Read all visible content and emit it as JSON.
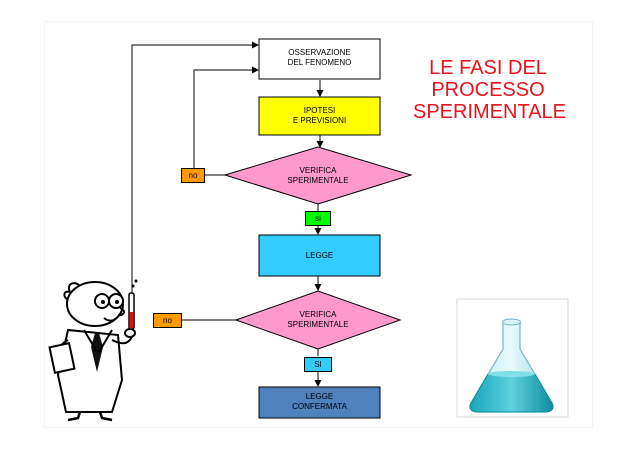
{
  "title": {
    "line1": "LE FASI DEL",
    "line2": "PROCESSO",
    "line3": "SPERIMENTALE"
  },
  "nodes": {
    "observation": {
      "line1": "OSSERVAZIONE",
      "line2": "DEL FENOMENO"
    },
    "hypothesis": {
      "line1": "IPOTESI",
      "line2": "E PREVISIONI"
    },
    "verify1": {
      "line1": "VERIFICA",
      "line2": "SPERIMENTALE"
    },
    "law": {
      "line1": "LEGGE"
    },
    "verify2": {
      "line1": "VERIFICA",
      "line2": "SPERIMENTALE"
    },
    "confirmed_law": {
      "line1": "LEGGE",
      "line2": "CONFERMATA"
    }
  },
  "tags": {
    "no1": "no",
    "si1": "si",
    "no2": "no",
    "si2": "SI"
  },
  "colors": {
    "observation": "#ffffff",
    "hypothesis": "#ffff00",
    "verify": "#ff99cc",
    "law": "#33ccff",
    "confirmed_law": "#4f81bd",
    "no_tag": "#ff9900",
    "si1_tag": "#00ff00",
    "si2_tag": "#33ccff",
    "title": "#e8131b"
  },
  "illustrations": [
    "scientist-with-test-tube",
    "erlenmeyer-flask"
  ]
}
